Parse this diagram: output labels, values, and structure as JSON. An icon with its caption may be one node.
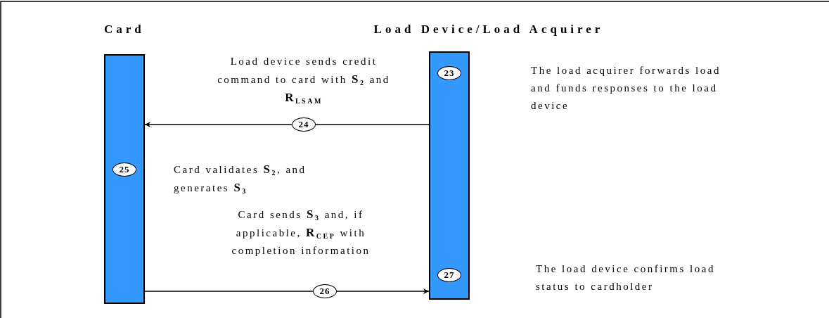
{
  "diagram": {
    "nodes": [
      {
        "text": [
          "Card"
        ]
      },
      {
        "text": [
          "Load Device/Load Acquirer"
        ]
      },
      {
        "text": [
          "23"
        ],
        "in": 1
      },
      {
        "text": [
          "25"
        ],
        "in": 0,
        "beside": [
          "Card validates **S**$_{2}$, and generates **S**$_{3}$"
        ]
      },
      {
        "text": [
          "27"
        ],
        "in": 1
      },
      {
        "text": [
          "24"
        ]
      },
      {
        "text": [
          "26"
        ]
      }
    ],
    "edges": [
      {
        "from": 1,
        "to": 5,
        "arrow": "none"
      },
      {
        "from": 5,
        "to": 0,
        "arrow": "to"
      },
      {
        "from": 0,
        "to": 6,
        "arrow": "none"
      },
      {
        "from": 6,
        "to": 1,
        "arrow": "to"
      }
    ],
    "labels": [
      "Load device sends credit command to card with **S**$_{2}$ and **R**$_{LSAM}$",
      "The load acquirer forwards load and funds responses to the load device",
      "Card sends **S**$_{3}$ and, if applicable, **R**$_{CEP}$ with completion information",
      "The load device confirms load status to cardholder"
    ]
  }
}
